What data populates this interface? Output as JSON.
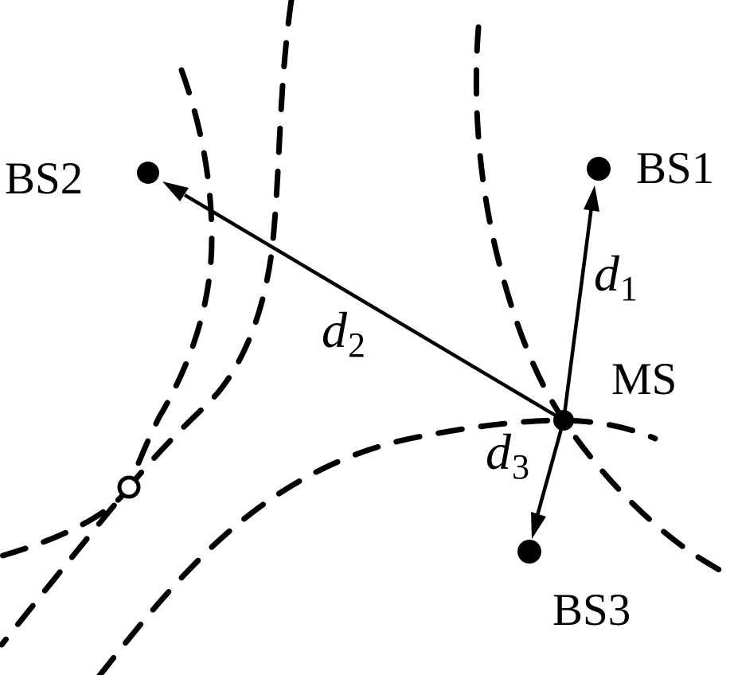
{
  "figure": {
    "background_color": "#ffffff",
    "ink_color": "#000000",
    "node_labels": {
      "bs1": "BS1",
      "bs2": "BS2",
      "bs3": "BS3",
      "ms": "MS"
    },
    "distance_labels": {
      "d1": {
        "symbol": "d",
        "subscript": "1"
      },
      "d2": {
        "symbol": "d",
        "subscript": "2"
      },
      "d3": {
        "symbol": "d",
        "subscript": "3"
      }
    }
  }
}
